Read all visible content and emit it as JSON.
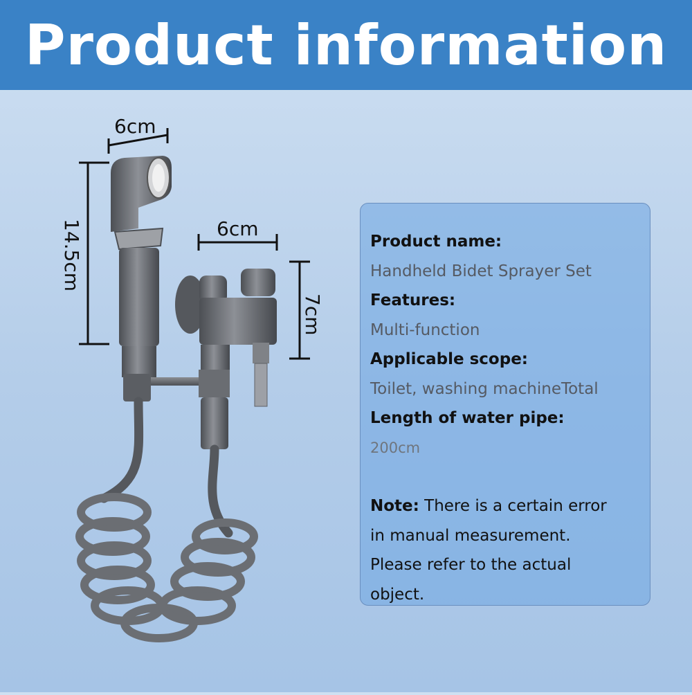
{
  "header": {
    "title": "Product information"
  },
  "dimensions": {
    "handle_width": "6cm",
    "handle_height": "14.5cm",
    "valve_width": "6cm",
    "valve_height": "7cm"
  },
  "info": {
    "product_name_label": "Product name:",
    "product_name_value": "Handheld Bidet Sprayer Set",
    "features_label": "Features:",
    "features_value": "Multi-function",
    "scope_label": "Applicable scope:",
    "scope_value": "Toilet, washing machineTotal",
    "pipe_label": "Length of water pipe:",
    "pipe_value": "200cm",
    "note_label": "Note:",
    "note_line1": " There is a certain error",
    "note_line2": "in manual measurement.",
    "note_line3": "Please refer to the actual",
    "note_line4": "object."
  },
  "colors": {
    "header_bg": "#3a82c6",
    "header_text": "#ffffff",
    "card_bg": "#7eaee3",
    "metal": "#6b6e73"
  }
}
